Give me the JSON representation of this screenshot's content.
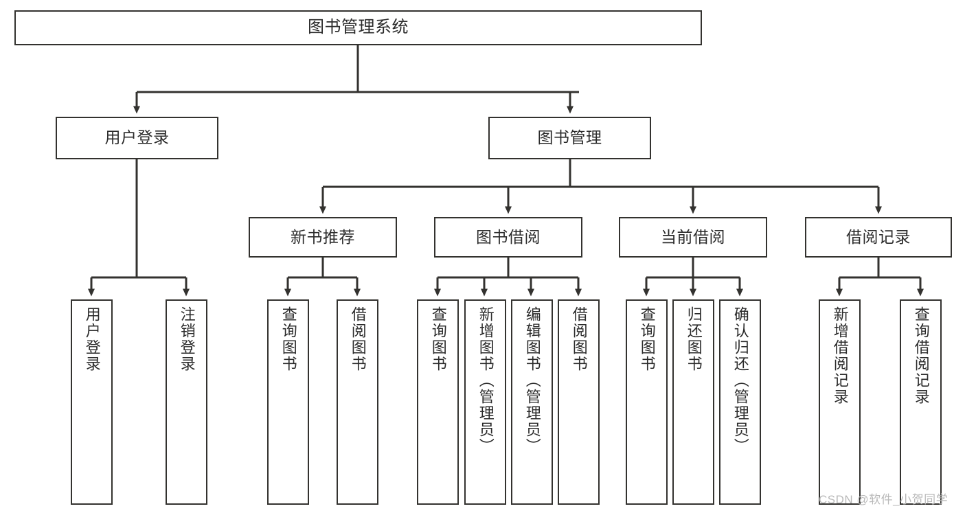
{
  "diagram": {
    "kind": "tree-hierarchy-chart",
    "title": "图书管理系统",
    "watermark": "CSDN @软件_小贺同学",
    "colors": {
      "box_stroke": "#33322f",
      "box_fill": "#ffffff",
      "edge_stroke": "#33322f",
      "text": "#2b2b2b",
      "watermark": "#b9b9b9",
      "page_background": "#ffffff"
    },
    "nodes": {
      "root": {
        "label": "图书管理系统"
      },
      "level2": {
        "user_login": {
          "label": "用户登录"
        },
        "book_manage": {
          "label": "图书管理"
        }
      },
      "level3": {
        "new_book_rec": {
          "label": "新书推荐"
        },
        "book_borrow": {
          "label": "图书借阅"
        },
        "current_borrow": {
          "label": "当前借阅"
        },
        "borrow_record": {
          "label": "借阅记录"
        }
      },
      "leaves": {
        "user_login_children": [
          {
            "label": "用户登录"
          },
          {
            "label": "注销登录"
          }
        ],
        "new_book_rec_children": [
          {
            "label": "查询图书"
          },
          {
            "label": "借阅图书"
          }
        ],
        "book_borrow_children": [
          {
            "label": "查询图书"
          },
          {
            "label": "新增图书（管理员）"
          },
          {
            "label": "编辑图书（管理员）"
          },
          {
            "label": "借阅图书"
          }
        ],
        "current_borrow_children": [
          {
            "label": "查询图书"
          },
          {
            "label": "归还图书"
          },
          {
            "label": "确认归还（管理员）"
          }
        ],
        "borrow_record_children": [
          {
            "label": "新增借阅记录"
          },
          {
            "label": "查询借阅记录"
          }
        ]
      }
    },
    "edges": [
      {
        "from": "图书管理系统",
        "to": "用户登录"
      },
      {
        "from": "图书管理系统",
        "to": "图书管理"
      },
      {
        "from": "用户登录",
        "to": "用户登录"
      },
      {
        "from": "用户登录",
        "to": "注销登录"
      },
      {
        "from": "图书管理",
        "to": "新书推荐"
      },
      {
        "from": "图书管理",
        "to": "图书借阅"
      },
      {
        "from": "图书管理",
        "to": "当前借阅"
      },
      {
        "from": "图书管理",
        "to": "借阅记录"
      },
      {
        "from": "新书推荐",
        "to": "查询图书"
      },
      {
        "from": "新书推荐",
        "to": "借阅图书"
      },
      {
        "from": "图书借阅",
        "to": "查询图书"
      },
      {
        "from": "图书借阅",
        "to": "新增图书（管理员）"
      },
      {
        "from": "图书借阅",
        "to": "编辑图书（管理员）"
      },
      {
        "from": "图书借阅",
        "to": "借阅图书"
      },
      {
        "from": "当前借阅",
        "to": "查询图书"
      },
      {
        "from": "当前借阅",
        "to": "归还图书"
      },
      {
        "from": "当前借阅",
        "to": "确认归还（管理员）"
      },
      {
        "from": "借阅记录",
        "to": "新增借阅记录"
      },
      {
        "from": "借阅记录",
        "to": "查询借阅记录"
      }
    ]
  }
}
